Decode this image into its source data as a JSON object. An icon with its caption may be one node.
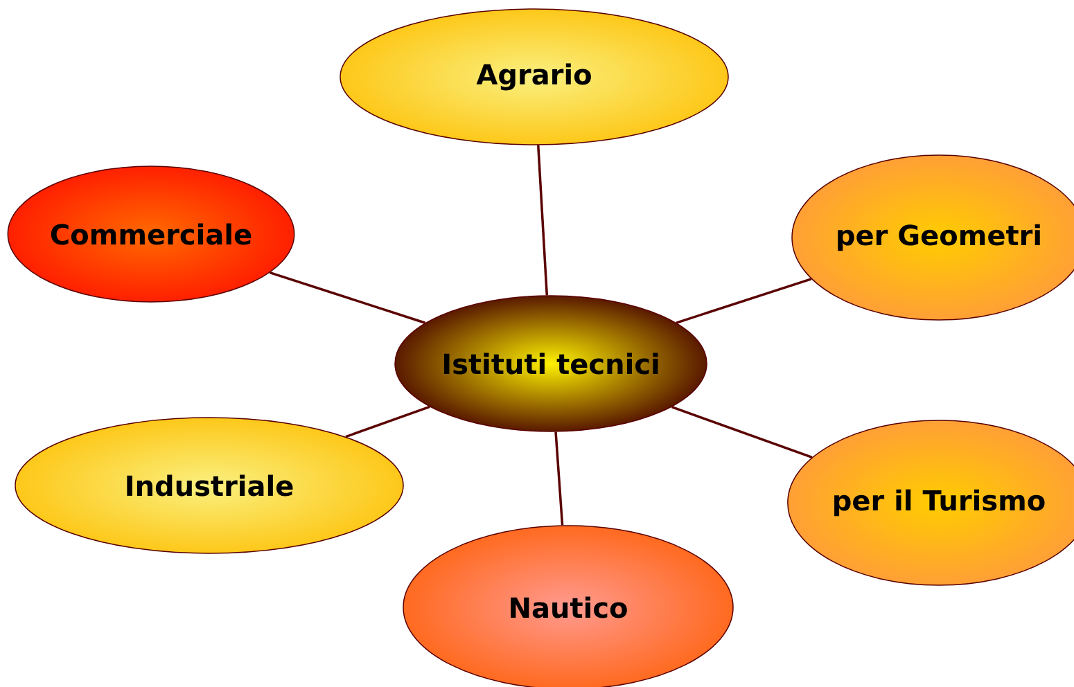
{
  "diagram": {
    "nodes": [
      {
        "text": [
          "Istituti tecnici"
        ]
      },
      {
        "text": [
          "Agrario"
        ]
      },
      {
        "text": [
          "Commerciale"
        ]
      },
      {
        "text": [
          "per Geometri"
        ]
      },
      {
        "text": [
          "Industriale"
        ]
      },
      {
        "text": [
          "per il Turismo"
        ]
      },
      {
        "text": [
          "Nautico"
        ]
      }
    ],
    "edges": [
      {
        "from": 0,
        "to": 1,
        "arrow": "none"
      },
      {
        "from": 0,
        "to": 2,
        "arrow": "none"
      },
      {
        "from": 0,
        "to": 3,
        "arrow": "none"
      },
      {
        "from": 0,
        "to": 4,
        "arrow": "none"
      },
      {
        "from": 0,
        "to": 5,
        "arrow": "none"
      },
      {
        "from": 0,
        "to": 6,
        "arrow": "none"
      }
    ]
  }
}
